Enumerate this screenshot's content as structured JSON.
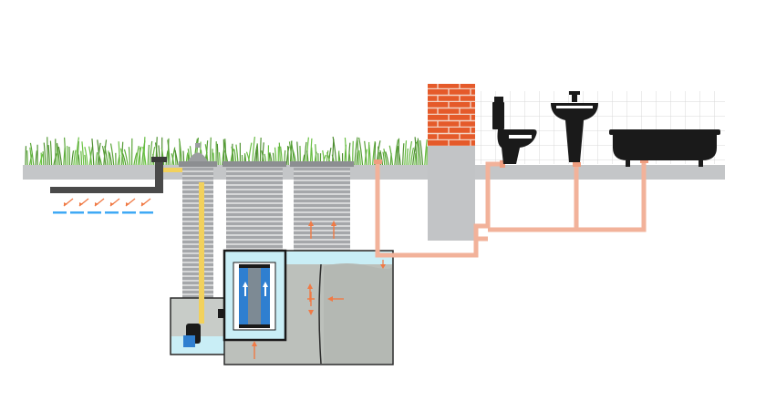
{
  "diagram": {
    "type": "wastewater-treatment-schematic",
    "components": [
      {
        "id": "lawn",
        "label": ""
      },
      {
        "id": "drainage-field",
        "label": ""
      },
      {
        "id": "riser-pipes",
        "label": ""
      },
      {
        "id": "pump-chamber",
        "label": ""
      },
      {
        "id": "filter-chamber",
        "label": ""
      },
      {
        "id": "settling-tank",
        "label": ""
      },
      {
        "id": "house-wall",
        "label": ""
      },
      {
        "id": "toilet",
        "label": ""
      },
      {
        "id": "wash-basin",
        "label": ""
      },
      {
        "id": "bathtub",
        "label": ""
      }
    ],
    "colors": {
      "grass": "#7fb24e",
      "ground": "#c4c6c8",
      "riser": "#a5a7aa",
      "pipe": "#f2b29a",
      "tank_fill": "#bcc0bb",
      "water": "#c9eef6",
      "filter_blue": "#2f7fd0",
      "brick": "#e55a2a",
      "fixture": "#1a1a1a",
      "arrow": "#f07a45",
      "yellow_pipe": "#f2d15c"
    },
    "icons": [
      "grass-icon",
      "brick-chimney-icon",
      "toilet-icon",
      "sink-icon",
      "bathtub-icon",
      "pump-icon",
      "flow-arrow-icon"
    ]
  }
}
